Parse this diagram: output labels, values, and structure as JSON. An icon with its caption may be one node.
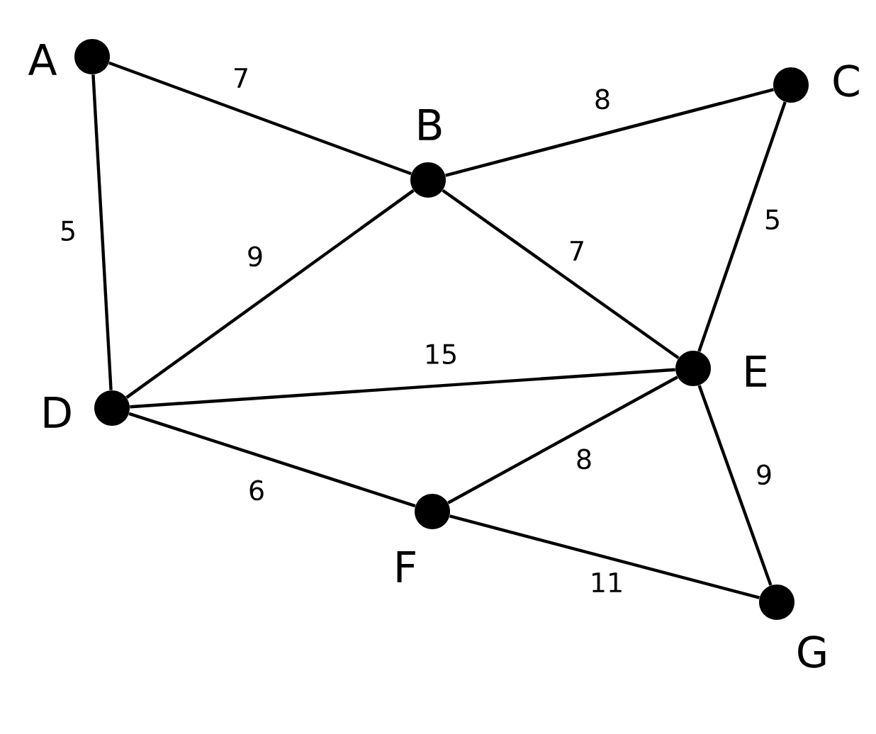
{
  "diagram": {
    "nodes": [
      {
        "text": [
          "A"
        ]
      },
      {
        "text": [
          "B"
        ]
      },
      {
        "text": [
          "C"
        ]
      },
      {
        "text": [
          "D"
        ]
      },
      {
        "text": [
          "E"
        ]
      },
      {
        "text": [
          "F"
        ]
      },
      {
        "text": [
          "G"
        ]
      }
    ],
    "edges": [
      {
        "from": 0,
        "to": 1,
        "arrow": "none",
        "label": "7"
      },
      {
        "from": 0,
        "to": 3,
        "arrow": "none",
        "label": "5"
      },
      {
        "from": 1,
        "to": 2,
        "arrow": "none",
        "label": "8"
      },
      {
        "from": 1,
        "to": 3,
        "arrow": "none",
        "label": "9"
      },
      {
        "from": 1,
        "to": 4,
        "arrow": "none",
        "label": "7"
      },
      {
        "from": 2,
        "to": 4,
        "arrow": "none",
        "label": "5"
      },
      {
        "from": 3,
        "to": 4,
        "arrow": "none",
        "label": "15"
      },
      {
        "from": 3,
        "to": 5,
        "arrow": "none",
        "label": "6"
      },
      {
        "from": 5,
        "to": 4,
        "arrow": "none",
        "label": "8"
      },
      {
        "from": 4,
        "to": 6,
        "arrow": "none",
        "label": "9"
      },
      {
        "from": 5,
        "to": 6,
        "arrow": "none",
        "label": "11"
      }
    ]
  }
}
